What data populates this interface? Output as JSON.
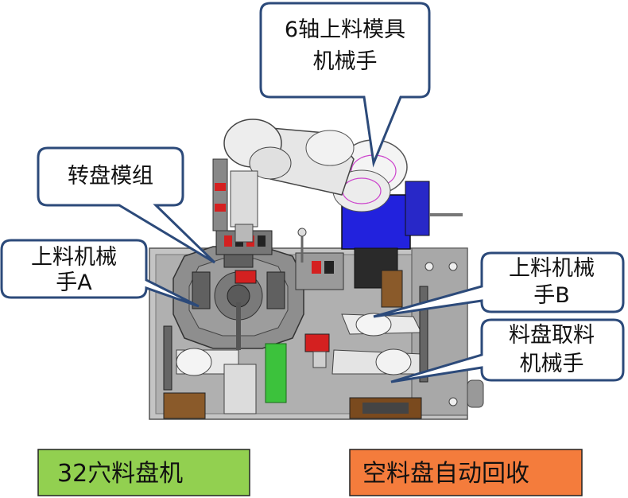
{
  "callouts": {
    "six_axis_robot": {
      "line1": "6轴上料模具",
      "line2": "机械手"
    },
    "turntable_module": {
      "line1": "转盘模组"
    },
    "loading_arm_a": {
      "line1": "上料机械",
      "line2": "手A"
    },
    "loading_arm_b": {
      "line1": "上料机械",
      "line2": "手B"
    },
    "tray_pick_arm": {
      "line1": "料盘取料",
      "line2": "机械手"
    }
  },
  "boxes": {
    "tray_machine": {
      "label": "32穴料盘机",
      "color": "#92d050"
    },
    "tray_recycle": {
      "label": "空料盘自动回收",
      "color": "#f47c3c"
    }
  },
  "colors": {
    "callout_border": "#2c4a7a",
    "robot_base": "#2222dd",
    "frame_gray": "#b8b8b8",
    "accent_red": "#d42020",
    "accent_green": "#3cc23c",
    "wood_brown": "#8a5a2a"
  }
}
